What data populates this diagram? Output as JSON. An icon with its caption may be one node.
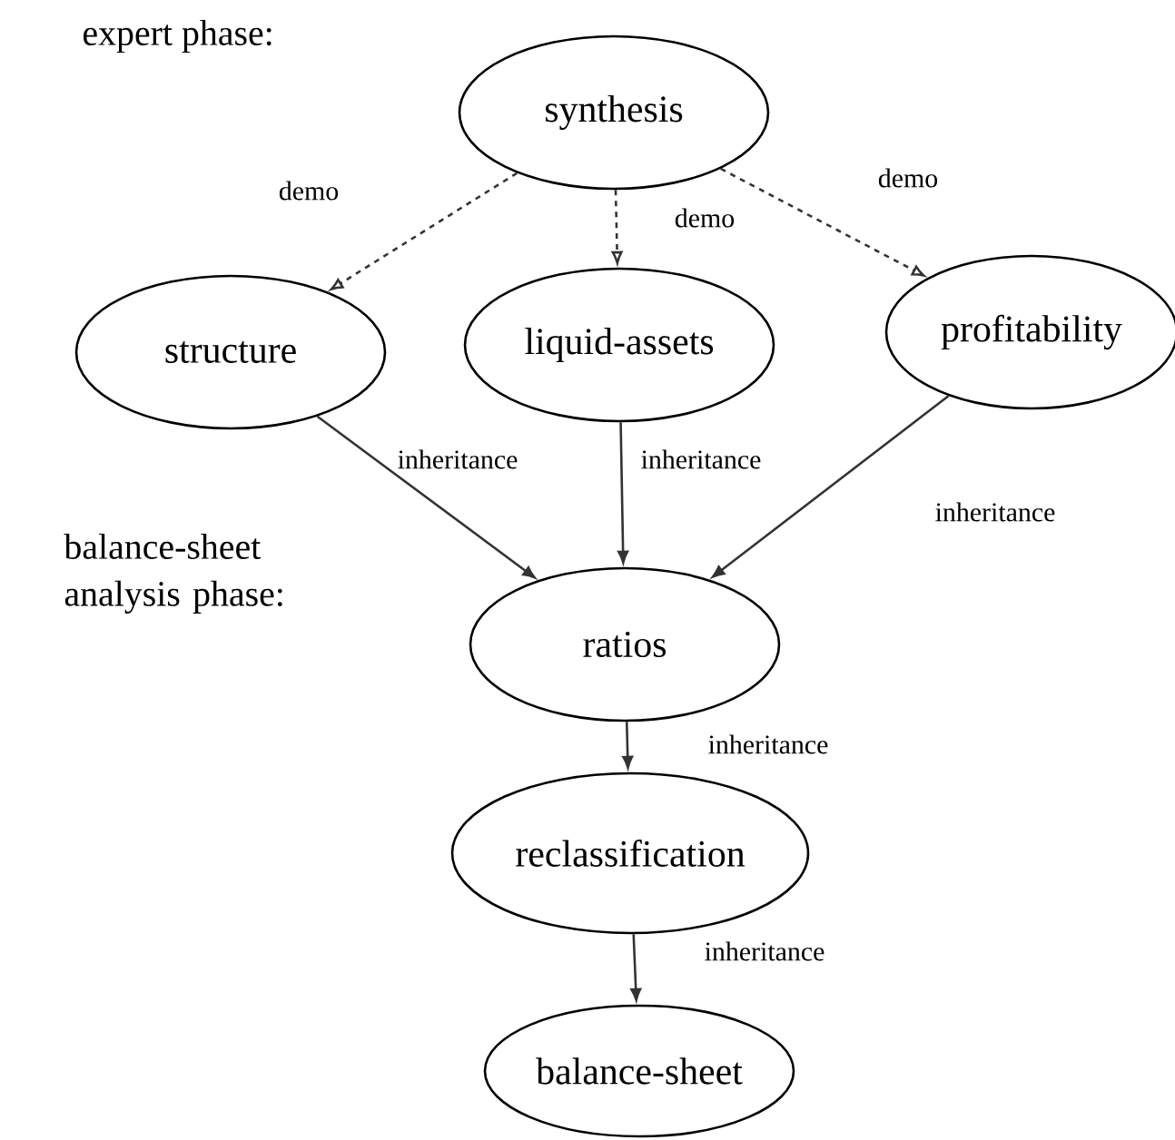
{
  "diagram": {
    "nodes": [
      {
        "text": [
          "synthesis"
        ]
      },
      {
        "text": [
          "structure"
        ]
      },
      {
        "text": [
          "liquid-assets"
        ]
      },
      {
        "text": [
          "profitability"
        ]
      },
      {
        "text": [
          "ratios"
        ]
      },
      {
        "text": [
          "reclassification"
        ]
      },
      {
        "text": [
          "balance-sheet"
        ]
      }
    ],
    "edges": [
      {
        "from": 0,
        "to": 1,
        "arrow": "to",
        "label": "demo",
        "style": "dashed"
      },
      {
        "from": 0,
        "to": 2,
        "arrow": "to",
        "label": "demo",
        "style": "dashed"
      },
      {
        "from": 0,
        "to": 3,
        "arrow": "to",
        "label": "demo",
        "style": "dashed"
      },
      {
        "from": 1,
        "to": 4,
        "arrow": "to",
        "label": "inheritance"
      },
      {
        "from": 2,
        "to": 4,
        "arrow": "to",
        "label": "inheritance"
      },
      {
        "from": 3,
        "to": 4,
        "arrow": "to",
        "label": "inheritance"
      },
      {
        "from": 4,
        "to": 5,
        "arrow": "to",
        "label": "inheritance"
      },
      {
        "from": 5,
        "to": 6,
        "arrow": "to",
        "label": "inheritance"
      }
    ],
    "labels": [
      "expert phase:",
      "balance-sheet analysis phase:"
    ]
  }
}
